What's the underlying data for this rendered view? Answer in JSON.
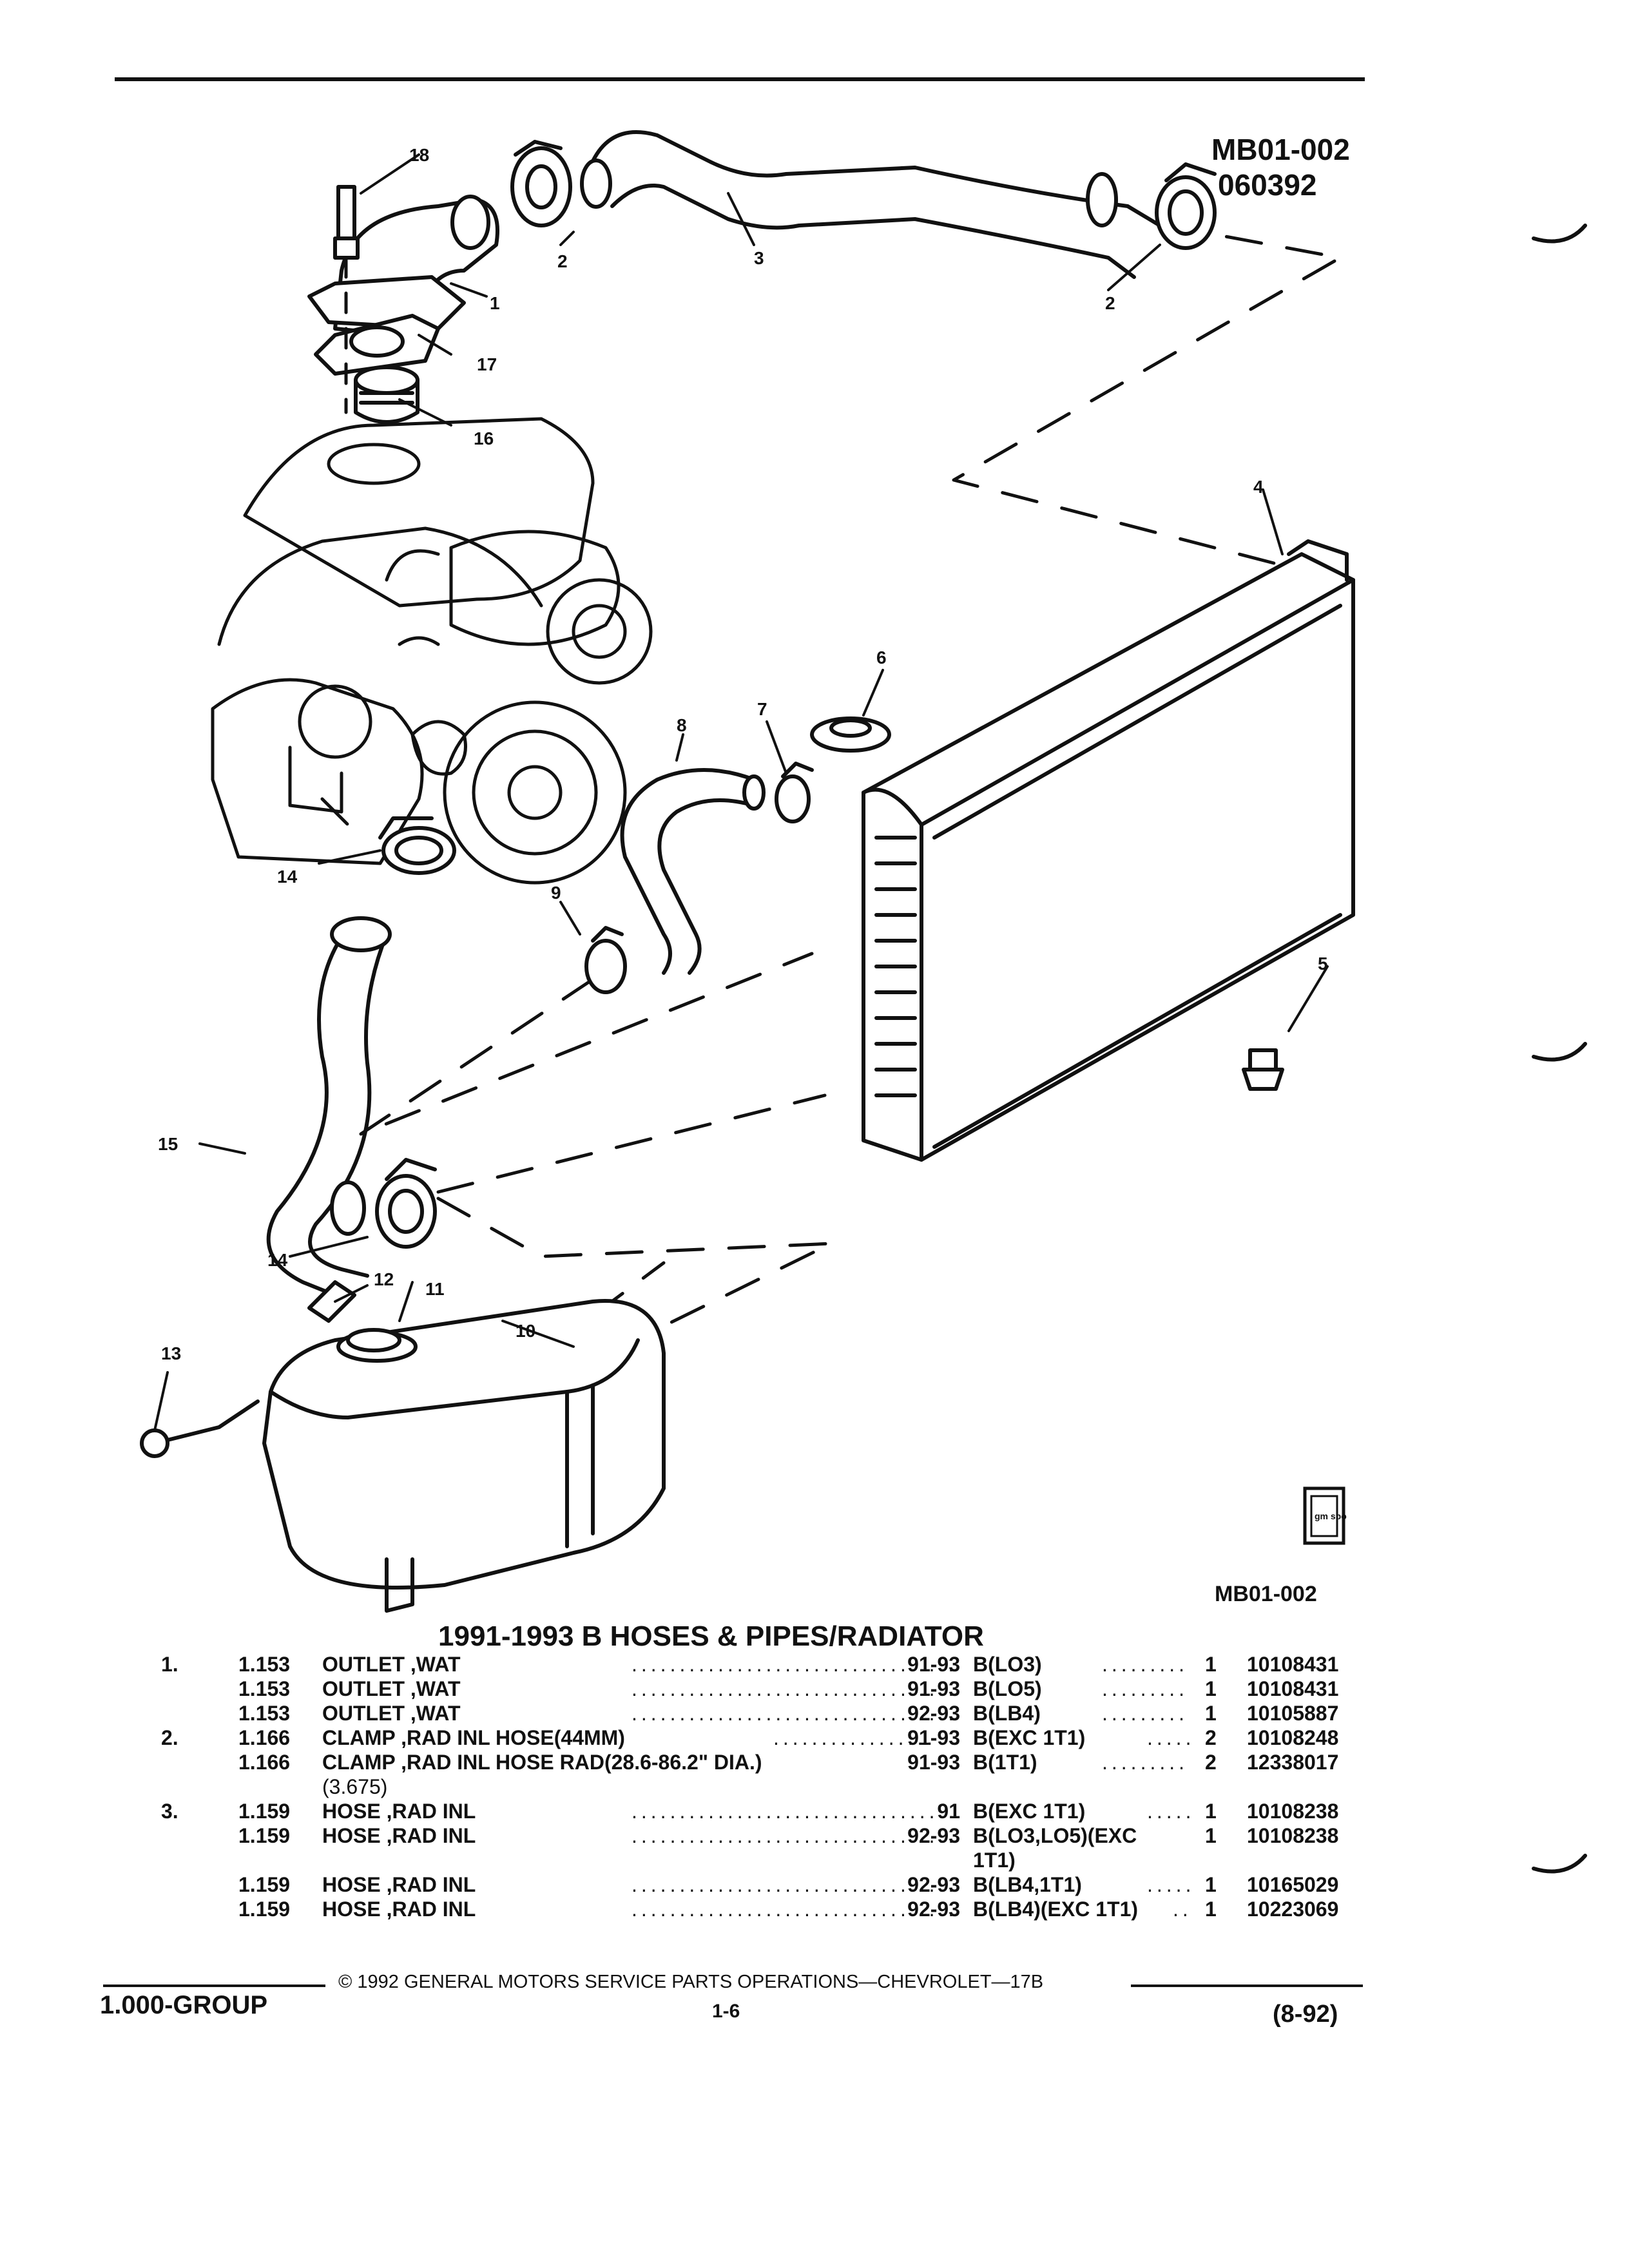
{
  "header": {
    "ref_code": "MB01-002",
    "ref_date": "060392"
  },
  "callouts": [
    "1",
    "2",
    "2",
    "3",
    "4",
    "5",
    "6",
    "7",
    "8",
    "9",
    "10",
    "11",
    "12",
    "13",
    "14",
    "14",
    "15",
    "16",
    "17",
    "18"
  ],
  "diagram_ref": "MB01-002",
  "logo_text": "gm spo",
  "table": {
    "title": "1991-1993 B HOSES & PIPES/RADIATOR",
    "rows": [
      {
        "item": "1.",
        "code": "1.153",
        "desc": "OUTLET ,WAT",
        "years": "91-93",
        "model": "B(LO3)",
        "qty": "1",
        "part": "10108431"
      },
      {
        "item": "",
        "code": "1.153",
        "desc": "OUTLET ,WAT",
        "years": "91-93",
        "model": "B(LO5)",
        "qty": "1",
        "part": "10108431"
      },
      {
        "item": "",
        "code": "1.153",
        "desc": "OUTLET ,WAT",
        "years": "92-93",
        "model": "B(LB4)",
        "qty": "1",
        "part": "10105887"
      },
      {
        "item": "2.",
        "code": "1.166",
        "desc": "CLAMP ,RAD INL HOSE(44MM)",
        "years": "91-93",
        "model": "B(EXC 1T1)",
        "qty": "2",
        "part": "10108248"
      },
      {
        "item": "",
        "code": "1.166",
        "desc": "CLAMP ,RAD INL HOSE RAD(28.6-86.2\" DIA.)",
        "years": "91-93",
        "model": "B(1T1)",
        "qty": "2",
        "part": "12338017"
      },
      {
        "item": "",
        "code": "",
        "desc": "(3.675)",
        "years": "",
        "model": "",
        "qty": "",
        "part": ""
      },
      {
        "item": "3.",
        "code": "1.159",
        "desc": "HOSE ,RAD INL",
        "years": "91",
        "model": "B(EXC 1T1)",
        "qty": "1",
        "part": "10108238"
      },
      {
        "item": "",
        "code": "1.159",
        "desc": "HOSE ,RAD INL",
        "years": "92-93",
        "model": "B(LO3,LO5)(EXC",
        "qty": "1",
        "part": "10108238"
      },
      {
        "item": "",
        "code": "",
        "desc": "",
        "years": "",
        "model": "1T1)",
        "qty": "",
        "part": ""
      },
      {
        "item": "",
        "code": "1.159",
        "desc": "HOSE ,RAD INL",
        "years": "92-93",
        "model": "B(LB4,1T1)",
        "qty": "1",
        "part": "10165029"
      },
      {
        "item": "",
        "code": "1.159",
        "desc": "HOSE ,RAD INL",
        "years": "92-93",
        "model": "B(LB4)(EXC 1T1)",
        "qty": "1",
        "part": "10223069"
      }
    ]
  },
  "footer": {
    "group": "1.000-GROUP",
    "copyright": "© 1992 GENERAL MOTORS SERVICE PARTS OPERATIONS—CHEVROLET—17B",
    "page": "1-6",
    "date": "(8-92)"
  }
}
